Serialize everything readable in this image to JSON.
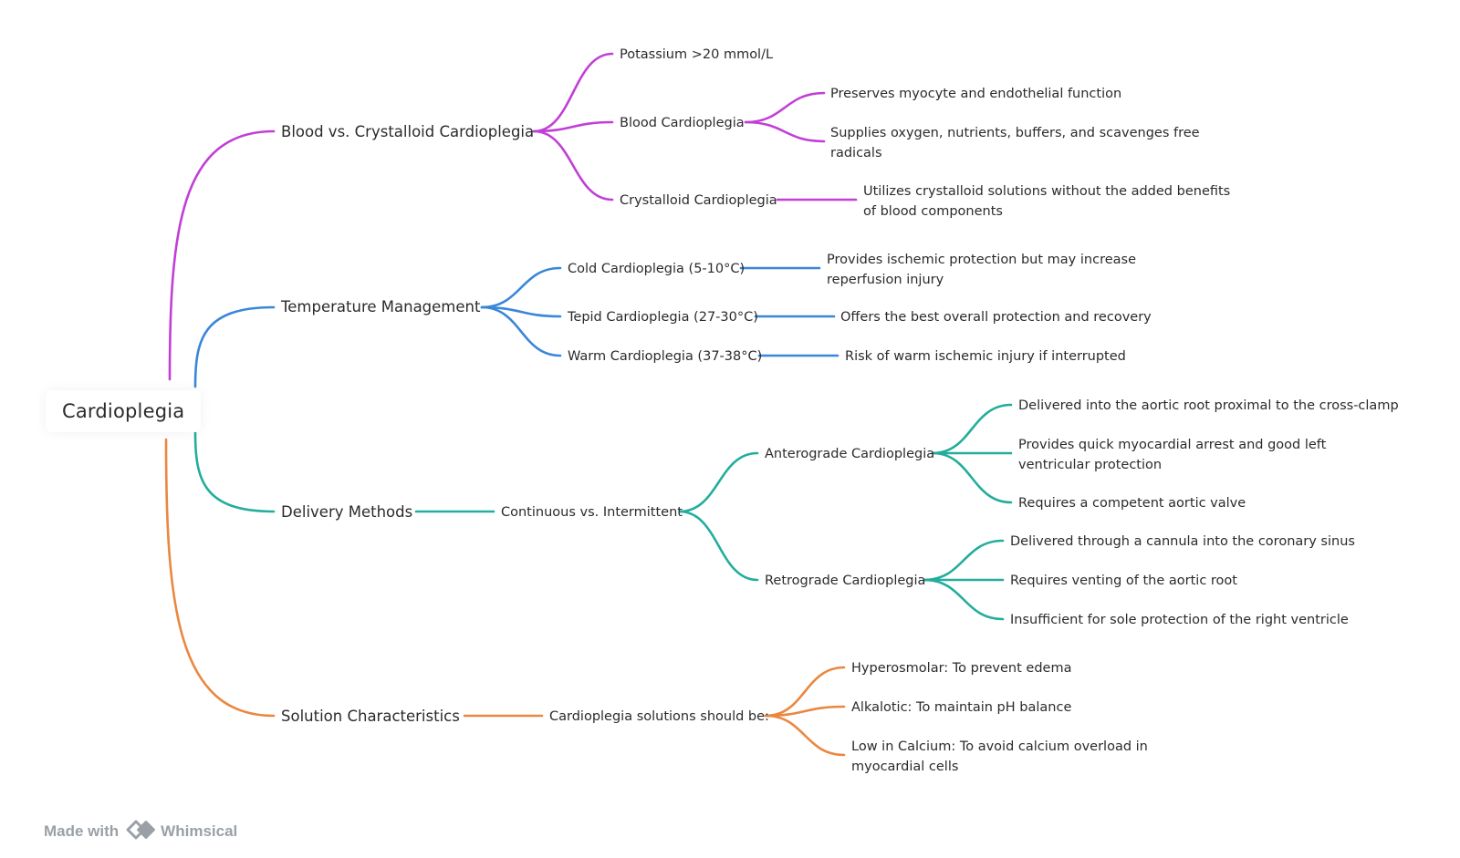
{
  "colors": {
    "blood": "#c13fd6",
    "temperature": "#3a86d9",
    "delivery": "#23ad9c",
    "solution": "#ea8740",
    "footer": "#9aa0a6"
  },
  "root": {
    "label": "Cardioplegia"
  },
  "branches": {
    "blood": {
      "label": "Blood vs. Crystalloid Cardioplegia",
      "potassium": "Potassium >20 mmol/L",
      "blood_cp": {
        "label": "Blood Cardioplegia",
        "items": [
          "Preserves myocyte and endothelial function",
          "Supplies oxygen, nutrients, buffers, and scavenges free radicals"
        ]
      },
      "crystalloid_cp": {
        "label": "Crystalloid Cardioplegia",
        "items": [
          "Utilizes crystalloid solutions without the added benefits of blood components"
        ]
      }
    },
    "temperature": {
      "label": "Temperature Management",
      "items": [
        {
          "label": "Cold Cardioplegia (5-10°C)",
          "detail": "Provides ischemic protection but may increase reperfusion injury"
        },
        {
          "label": "Tepid Cardioplegia (27-30°C)",
          "detail": "Offers the best overall protection and recovery"
        },
        {
          "label": "Warm Cardioplegia (37-38°C)",
          "detail": "Risk of warm ischemic injury if interrupted"
        }
      ]
    },
    "delivery": {
      "label": "Delivery Methods",
      "mode": "Continuous vs. Intermittent",
      "antegrade": {
        "label": "Anterograde Cardioplegia",
        "items": [
          "Delivered into the aortic root proximal to the cross-clamp",
          "Provides quick myocardial arrest and good left ventricular protection",
          "Requires a competent aortic valve"
        ]
      },
      "retrograde": {
        "label": "Retrograde Cardioplegia",
        "items": [
          "Delivered through a cannula into the coronary sinus",
          "Requires venting of the aortic root",
          "Insufficient for sole protection of the right ventricle"
        ]
      }
    },
    "solution": {
      "label": "Solution Characteristics",
      "intro": "Cardioplegia solutions should be:",
      "items": [
        "Hyperosmolar: To prevent edema",
        "Alkalotic: To maintain pH balance",
        "Low in Calcium: To avoid calcium overload in myocardial cells"
      ]
    }
  },
  "footer": {
    "made_with": "Made with",
    "brand": "Whimsical"
  }
}
